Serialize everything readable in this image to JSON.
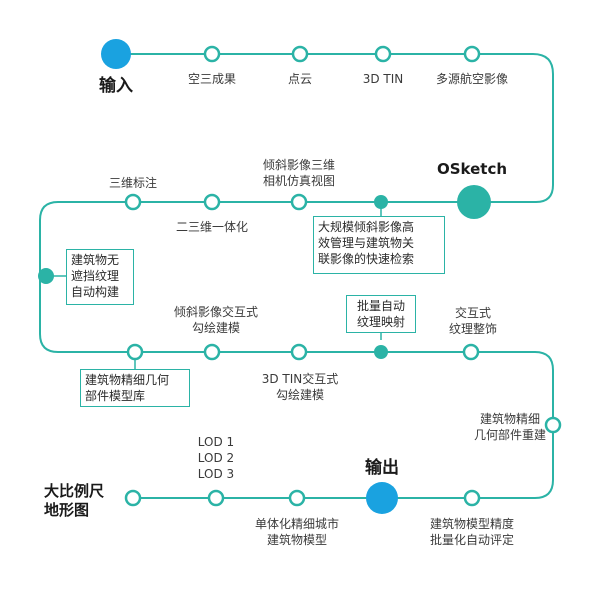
{
  "colors": {
    "teal": "#2bb3a6",
    "blue": "#1aa2e0",
    "node_fill": "#ffffff",
    "text": "#3a3a3a"
  },
  "title_in": "输入",
  "title_sketch": "OSketch",
  "title_out": "输出",
  "title_start": [
    "大比例尺",
    "地形图"
  ],
  "row1": [
    "空三成果",
    "点云",
    "3D TIN",
    "多源航空影像"
  ],
  "row2": {
    "biaozhu": "三维标注",
    "yitihua": "二三维一体化",
    "camera": [
      "倾斜影像三维",
      "相机仿真视图"
    ],
    "manage_box": [
      "大规模倾斜影像高",
      "效管理与建筑物关",
      "联影像的快速检索"
    ]
  },
  "left_box": [
    "建筑物无",
    "遮挡纹理",
    "自动构建"
  ],
  "row3": {
    "qingxie": [
      "倾斜影像交互式",
      "勾绘建模"
    ],
    "batch_box": [
      "批量自动",
      "纹理映射"
    ],
    "jiaohu": [
      "交互式",
      "纹理整饰"
    ],
    "lib_box": [
      "建筑物精细几何",
      "部件模型库"
    ],
    "tin3d": [
      "3D TIN交互式",
      "勾绘建模"
    ]
  },
  "right_label": [
    "建筑物精细",
    "几何部件重建"
  ],
  "lod": [
    "LOD 1",
    "LOD 2",
    "LOD 3"
  ],
  "row4": {
    "city_model": [
      "单体化精细城市",
      "建筑物模型"
    ],
    "eval": [
      "建筑物模型精度",
      "批量化自动评定"
    ]
  }
}
